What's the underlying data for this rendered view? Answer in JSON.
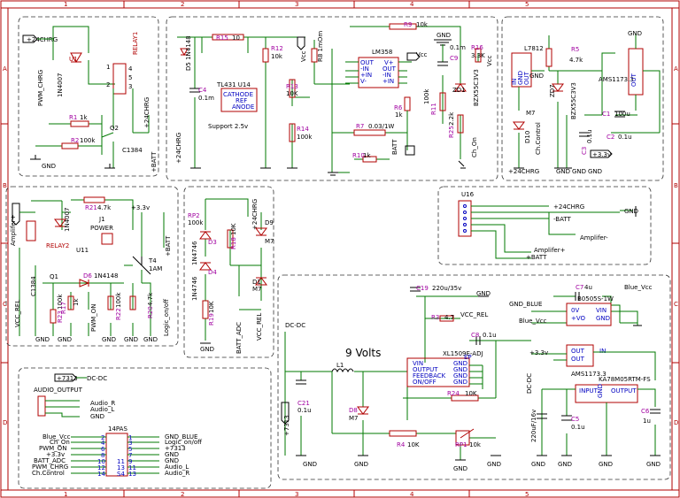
{
  "frame": {
    "cols": [
      "1",
      "2",
      "3",
      "4",
      "5"
    ],
    "rows": [
      "A",
      "B",
      "C",
      "D"
    ]
  },
  "relay1": {
    "power": "+24CHRG",
    "relay": "RELAY1",
    "diode": "U1",
    "diode_part": "1N4007",
    "net_pwm": "PWM_CHRG",
    "r1": "R1",
    "r1_val": "1k",
    "r2": "R2",
    "r2_val": "100k",
    "q": "Q2",
    "q_part": "C1384",
    "gnd": "GND",
    "out1": "+24CHRG",
    "out2": "+BATT",
    "pins": [
      "1",
      "2",
      "3",
      "4",
      "5"
    ]
  },
  "support": {
    "r15": "R15",
    "r15_val": "10",
    "d5": "D5 1N4148",
    "c4": "C4",
    "c4_val": "0.1m",
    "u14": "TL431  U14",
    "cathode": "CATHODE",
    "ref": "REF",
    "anode": "ANODE",
    "label": "Support 2.5v",
    "r12": "R12",
    "r12_val": "10k",
    "r13": "R13",
    "r13_val": "10K",
    "r14": "R14",
    "r14_val": "100k",
    "vcc": "Vcc",
    "r8": "R8 1mOm",
    "u_lm": "LM358",
    "lm_pins_l": [
      "OUT",
      "-IN",
      "+IN",
      "V-"
    ],
    "lm_pins_r": [
      "V+",
      "OUT",
      "-IN",
      "+IN"
    ],
    "r9": "R9",
    "r9_val": "10k",
    "gnd": "GND",
    "c9": "C9",
    "c9_val": "0.1m",
    "r16": "R16",
    "r16_val": "3.3K",
    "r6": "R6",
    "r6_val": "1k",
    "r11": "R11",
    "r11_val": "100k",
    "zd1": "ZD1",
    "zd1_part": "BZX55C3V3",
    "r7": "R7",
    "r7_val": "0.03/1W",
    "r25": "R25",
    "r25_val": "2.2k",
    "r10": "R10",
    "r10_val": "1k",
    "batt": "BATT",
    "ch_on": "Ch_On",
    "chrg": "+24CHRG"
  },
  "reg7812": {
    "u": "L7812",
    "in": "IN",
    "gnd": "GND",
    "out": "OUT",
    "r5": "R5",
    "r5_val": "4.7k",
    "zd7": "ZD7",
    "zd7_part": "BZX55C3V3",
    "d10": "D10",
    "d10_part": "M7",
    "ch_control": "Ch.Control",
    "c3": "C3",
    "c3_val": "0.1u",
    "gnd_labels": [
      "GND",
      "GND",
      "GND"
    ],
    "ams": "AMS1173.3",
    "c1": "C1",
    "c1_val": "100u",
    "c2": "C2",
    "c2_val": "0.1u",
    "v33": "+3.3v",
    "chrg": "+24CHRG",
    "gnd_top": "GND"
  },
  "u16": {
    "u": "U16",
    "nets": [
      "+24CHRG",
      "-BATT",
      "Amplifer-",
      "Amplifer+",
      "+BATT"
    ],
    "gnd": "GND"
  },
  "relay2": {
    "amp_plus": "Amplifer+",
    "relay": "RELAY2",
    "u11": "U11",
    "diode_part": "1N4007",
    "r21": "R21",
    "r21_val": "4.7k",
    "j1": "J1",
    "power": "POWER",
    "v33": "+3.3v",
    "t4": "T4",
    "t4_val": "1AM",
    "batt": "+BATT",
    "vcc_rel": "VCC_REL",
    "c1384": "C1384",
    "q1": "Q1",
    "d6": "D6",
    "d6_part": "1N4148",
    "r23": "R23",
    "r23_val": "100k",
    "r17": "R17",
    "r17_val": "1k",
    "r22": "R22",
    "r22_val": "100k",
    "r20": "R20",
    "r20_val": "4.7k",
    "pwm_on": "PWM_ON",
    "logic": "Logic_on/off",
    "gnd": "GND"
  },
  "batt_adc": {
    "rp2": "RP2",
    "rp2_val": "100k",
    "d3": "D3",
    "d4": "D4",
    "d3_part": "1N4746",
    "d4_part": "1N4746",
    "r18": "R18",
    "r18_val": "10K",
    "d9": "D9",
    "d9_part": "M7",
    "d1": "D1",
    "d1_part": "M7",
    "r19": "R19",
    "r19_val": "10K",
    "chrg": "+24CHRG",
    "batt_adc": "BATT_ADC",
    "vcc_rel": "VCC_REL",
    "gnd": "GND"
  },
  "dcdc": {
    "title": "DC-DC",
    "nine_volts": "9 Volts",
    "c19": "C19",
    "c19_val": "220u/35v",
    "r3": "R3",
    "r3_val": "4.7",
    "vcc_rel": "VCC_REL",
    "c8": "C8",
    "c8_val": "0.1u",
    "l1": "L1",
    "u_xl": "XL1509E-ADJ",
    "xl_pins": [
      "VIN",
      "OUTPUT",
      "FEEDBACK",
      "ON/OFF"
    ],
    "xl_pins_r": [
      "GND",
      "GND",
      "GND",
      "GND"
    ],
    "epad": "EP",
    "r24": "R24",
    "r24_val": "10K",
    "r4": "R4",
    "r4_val": "10K",
    "rp1": "RP1",
    "rp1_val": "10k",
    "c21": "C21",
    "c21_val": "0.1u",
    "d8": "D8",
    "d8_part": "M7",
    "v7313": "+7313",
    "gnd": "GND",
    "gnd_blue": "GND_BLUE",
    "c7": "C7",
    "c7_val": "4u",
    "blue_vcc": "Blue_Vcc",
    "b0505": "B0505S-1W",
    "b_pins_l": [
      "0V",
      "+VO"
    ],
    "b_pins_r": [
      "VIN",
      "GND"
    ],
    "ams": "AMS1173.3",
    "ams_pins": [
      "OUT",
      "OUT"
    ],
    "ams_in": "IN",
    "v33": "+3.3v",
    "dcdc2": "DC-DC",
    "c5": "C5",
    "c5_val": "0.1u",
    "c220": "220uF/16v",
    "ka": "KA78M05RTM-FS",
    "ka_pins": [
      "INPUT",
      "GND",
      "OUTPUT"
    ],
    "c6": "C6",
    "c6_val": "1u"
  },
  "audio": {
    "v7313": "+7313",
    "dcdc": "DC-DC",
    "audio_out": "AUDIO_OUTPUT",
    "audio_nets": [
      "Audio_R",
      "Audio_L",
      "GND"
    ],
    "conn": "14PAS",
    "left_nets": [
      "Blue_Vcc",
      "Ch_On",
      "PWM_ON",
      "+3.3v",
      "BATT_ADC",
      "PWM_CHRG",
      "Ch.Control"
    ],
    "right_nets": [
      "GND_BLUE",
      "Logic_on/off",
      "+7313",
      "GND",
      "GND",
      "Audio_L",
      "Audio_R"
    ],
    "left_pins": [
      "2",
      "4",
      "6",
      "8",
      "10",
      "12",
      "14"
    ],
    "right_pins": [
      "1",
      "3",
      "5",
      "7",
      "9",
      "11",
      "13"
    ],
    "left_pins2": [
      "",
      "",
      "",
      "",
      "11",
      "13",
      "S4"
    ]
  }
}
